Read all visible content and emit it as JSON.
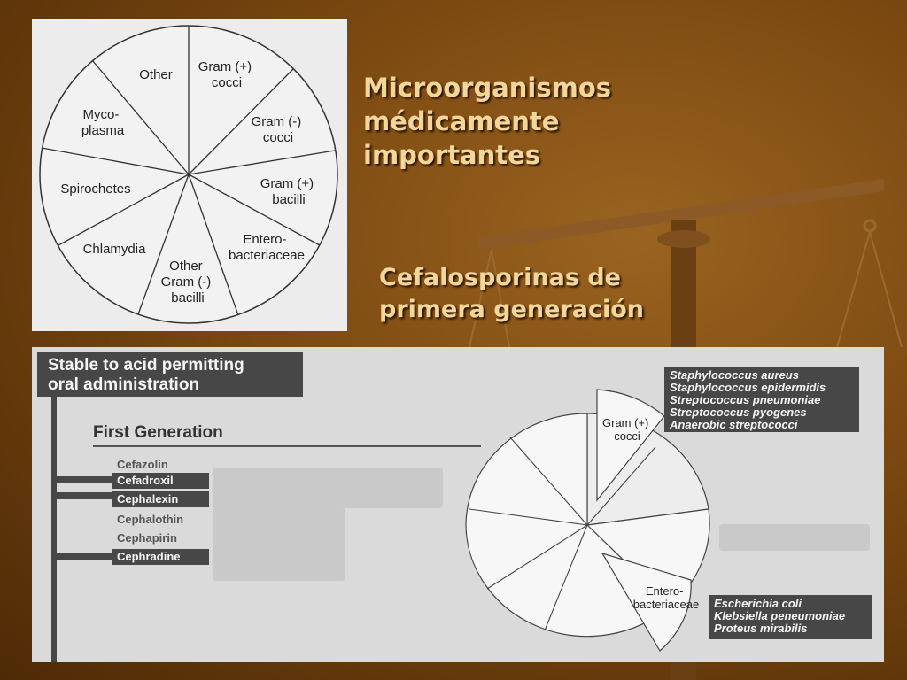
{
  "slide": {
    "title_lines": [
      "Microorganismos",
      "médicamente",
      "importantes"
    ],
    "subtitle_lines": [
      "Cefalosporinas de",
      "primera generación"
    ]
  },
  "top_pie": {
    "labels": {
      "gram_pos_cocci": [
        "Gram (+)",
        "cocci"
      ],
      "gram_neg_cocci": [
        "Gram (-)",
        "cocci"
      ],
      "gram_pos_bacilli": [
        "Gram (+)",
        "bacilli"
      ],
      "enterobacteriaceae": [
        "Entero-",
        "bacteriaceae"
      ],
      "other_gram_neg_bacilli": [
        "Other",
        "Gram (-)",
        "bacilli"
      ],
      "chlamydia": [
        "Chlamydia"
      ],
      "spirochetes": [
        "Spirochetes"
      ],
      "mycoplasma": [
        "Myco-",
        "plasma"
      ],
      "other": [
        "Other"
      ]
    }
  },
  "bottom_panel": {
    "oral_label_lines": [
      "Stable to acid permitting",
      "oral administration"
    ],
    "generation_heading": "First Generation",
    "drugs": [
      {
        "name": "Cefazolin",
        "highlight": false
      },
      {
        "name": "Cefadroxil",
        "highlight": true
      },
      {
        "name": "Cephalexin",
        "highlight": true
      },
      {
        "name": "Cephalothin",
        "highlight": false
      },
      {
        "name": "Cephapirin",
        "highlight": false
      },
      {
        "name": "Cephradine",
        "highlight": true
      }
    ],
    "pie_labels": {
      "gram_pos_cocci": [
        "Gram (+)",
        "cocci"
      ],
      "enterobacteriaceae": [
        "Entero-",
        "bacteriaceae"
      ]
    },
    "gram_pos_organisms": [
      "Staphylococcus aureus",
      "Staphylococcus epidermidis",
      "Streptococcus pneumoniae",
      "Streptococcus pyogenes",
      "Anaerobic streptococci"
    ],
    "entero_organisms": [
      "Escherichia coli",
      "Klebsiella peneumoniae",
      "Proteus mirabilis"
    ]
  },
  "colors": {
    "title_text": "#f3d79a",
    "panel_dark": "#474747",
    "background": "#7a4810"
  }
}
